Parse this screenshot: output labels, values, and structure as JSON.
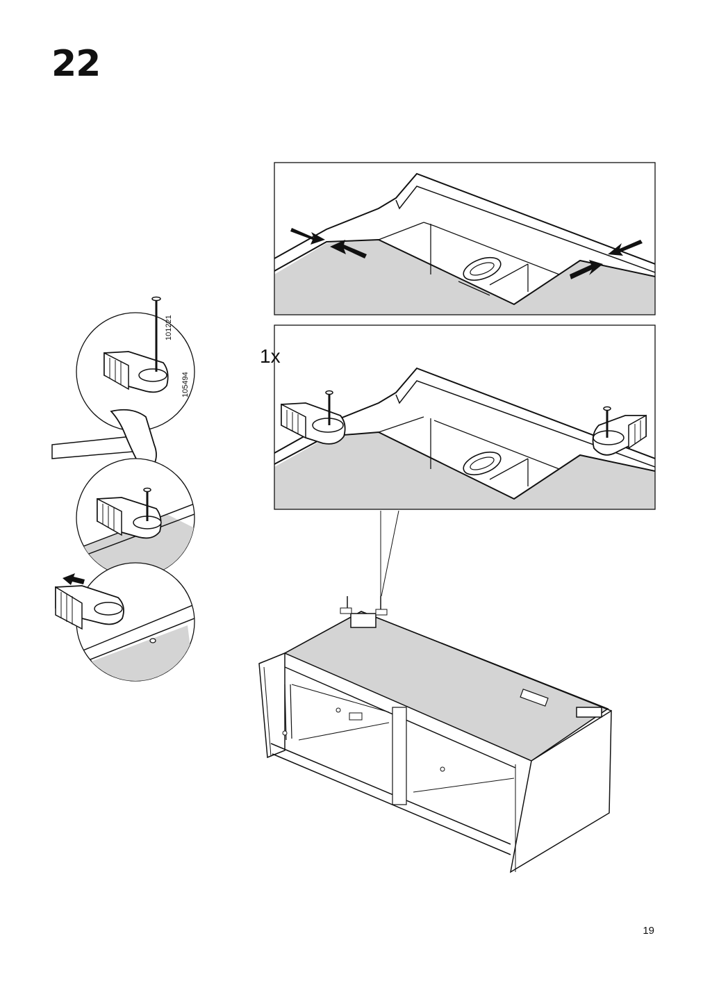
{
  "step": {
    "number": "22"
  },
  "instruction": {
    "quantity": "1x"
  },
  "parts": {
    "nail_id": "101221",
    "clip_id": "105494"
  },
  "page": {
    "number": "19"
  }
}
